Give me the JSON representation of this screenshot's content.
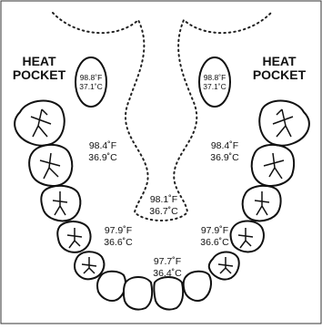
{
  "heat_pockets": {
    "left": {
      "line1": "HEAT",
      "line2": "POCKET",
      "f": "98.8˚F",
      "c": "37.1˚C"
    },
    "right": {
      "line1": "HEAT",
      "line2": "POCKET",
      "f": "98.8˚F",
      "c": "37.1˚C"
    }
  },
  "readings": {
    "upper_left": {
      "f": "98.4˚F",
      "c": "36.9˚C"
    },
    "upper_right": {
      "f": "98.4˚F",
      "c": "36.9˚C"
    },
    "center": {
      "f": "98.1˚F",
      "c": "36.7˚C"
    },
    "lower_left": {
      "f": "97.9˚F",
      "c": "36.6˚C"
    },
    "lower_right": {
      "f": "97.9˚F",
      "c": "36.6˚C"
    },
    "front": {
      "f": "97.7˚F",
      "c": "36.4˚C"
    }
  }
}
